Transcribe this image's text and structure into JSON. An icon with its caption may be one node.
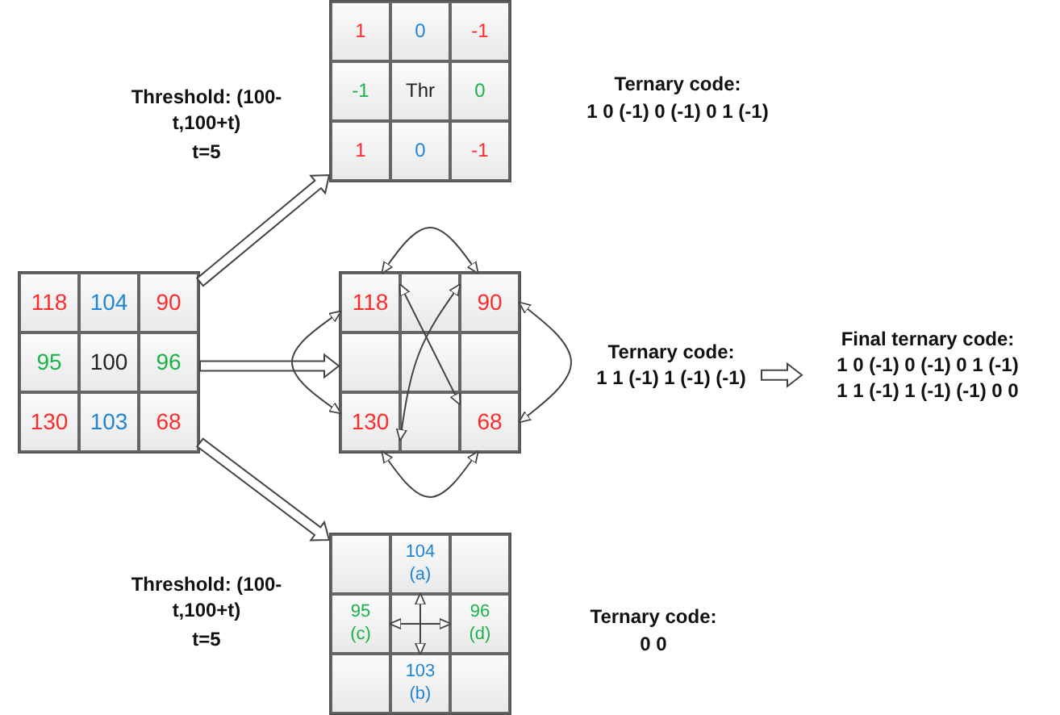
{
  "diagram": {
    "nodes": [
      {
        "text": [],
        "shape": "box"
      },
      {
        "text": [
          "118"
        ],
        "in": 0
      },
      {
        "text": [
          "104"
        ],
        "in": 0
      },
      {
        "text": [
          "90"
        ],
        "in": 0
      },
      {
        "text": [
          "95"
        ],
        "in": 0
      },
      {
        "text": [
          "100"
        ],
        "in": 0
      },
      {
        "text": [
          "96"
        ],
        "in": 0
      },
      {
        "text": [
          "130"
        ],
        "in": 0
      },
      {
        "text": [
          "103"
        ],
        "in": 0
      },
      {
        "text": [
          "68"
        ],
        "in": 0
      },
      {
        "text": [],
        "shape": "box"
      },
      {
        "text": [
          "1"
        ],
        "in": 10
      },
      {
        "text": [
          "0"
        ],
        "in": 10
      },
      {
        "text": [
          "-1"
        ],
        "in": 10
      },
      {
        "text": [
          "-1"
        ],
        "in": 10
      },
      {
        "text": [
          "Thr"
        ],
        "in": 10
      },
      {
        "text": [
          "0"
        ],
        "in": 10
      },
      {
        "text": [
          "1"
        ],
        "in": 10
      },
      {
        "text": [
          "0"
        ],
        "in": 10
      },
      {
        "text": [
          "-1"
        ],
        "in": 10
      },
      {
        "text": [],
        "shape": "box"
      },
      {
        "text": [
          "118"
        ],
        "in": 20
      },
      {
        "text": [
          "90"
        ],
        "in": 20
      },
      {
        "text": [
          "130"
        ],
        "in": 20
      },
      {
        "text": [
          "68"
        ],
        "in": 20
      },
      {
        "text": [],
        "shape": "box"
      },
      {
        "text": [
          "104",
          "(a)"
        ],
        "in": 25
      },
      {
        "text": [
          "95",
          "(c)"
        ],
        "in": 25
      },
      {
        "text": [
          "96",
          "(d)"
        ],
        "in": 25
      },
      {
        "text": [
          "103",
          "(b)"
        ],
        "in": 25
      },
      {
        "text": [
          "Ternary code:",
          "1 1 (-1) 1 (-1) (-1)"
        ]
      },
      {
        "text": [
          "Final ternary code:",
          "1 0 (-1) 0 (-1) 0 1 (-1)",
          "1 1 (-1) 1 (-1) (-1) 0 0"
        ]
      }
    ],
    "edges": [
      {
        "from": 0,
        "to": 10,
        "arrow": "to",
        "style": "thick"
      },
      {
        "from": 0,
        "to": 20,
        "arrow": "to",
        "style": "thick"
      },
      {
        "from": 0,
        "to": 25,
        "arrow": "to",
        "style": "thick"
      },
      {
        "from": 30,
        "to": 31,
        "arrow": "to",
        "style": "thick"
      },
      {
        "from": 21,
        "to": 23,
        "arrow": "both"
      },
      {
        "from": 21,
        "to": 22,
        "arrow": "both"
      },
      {
        "from": 22,
        "to": 24,
        "arrow": "both"
      },
      {
        "from": 23,
        "to": 24,
        "arrow": "both"
      },
      {
        "from": 21,
        "to": 24,
        "arrow": "both"
      },
      {
        "from": 22,
        "to": 23,
        "arrow": "both"
      },
      {
        "from": 27,
        "to": 28,
        "arrow": "both"
      },
      {
        "from": 26,
        "to": 29,
        "arrow": "both"
      }
    ],
    "labels": [
      "Threshold: (100-t,100+t)",
      "t=5",
      "Ternary code:",
      "1 0 (-1) 0 (-1) 0 1 (-1)",
      "Threshold: (100-t,100+t)",
      "t=5",
      "Ternary code:",
      "0 0"
    ]
  }
}
